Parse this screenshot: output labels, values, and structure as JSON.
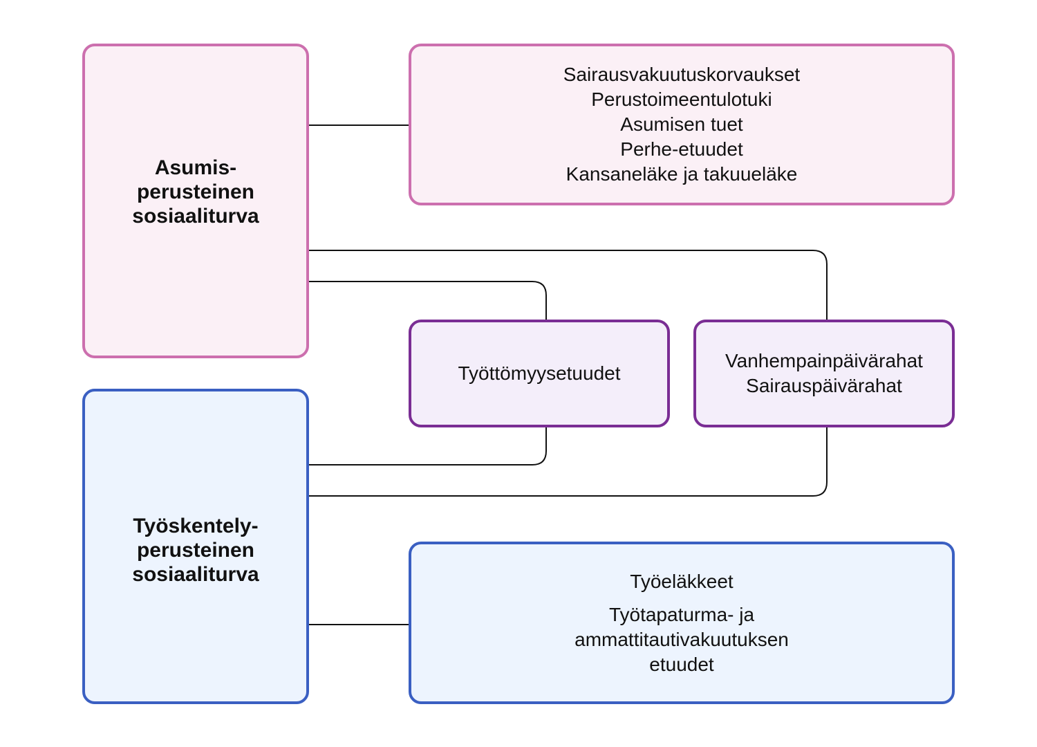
{
  "residence_based": {
    "title": "Asumis-\nperusteinen\nsosiaaliturva",
    "benefits": [
      "Sairausvakuutuskorvaukset",
      "Perustoimeentulotuki",
      "Asumisen tuet",
      "Perhe-etuudet",
      "Kansaneläke ja takuueläke"
    ]
  },
  "shared": {
    "unemployment": [
      "Työttömyysetuudet"
    ],
    "daily_allowances": [
      "Vanhempainpäivärahat",
      "Sairauspäivärahat"
    ]
  },
  "work_based": {
    "title": "Työskentely-\nperusteinen\nsosiaaliturva",
    "benefits": [
      "Työeläkkeet",
      "Työtapaturma- ja",
      "ammattitautivakuutuksen",
      "etuudet"
    ]
  },
  "colors": {
    "residence_border": "#cc6fae",
    "residence_fill": "#fbf0f6",
    "shared_border": "#7a2d94",
    "shared_fill": "#f4eefa",
    "work_border": "#3a5fc2",
    "work_fill": "#edf4fe",
    "connector": "#111111"
  }
}
